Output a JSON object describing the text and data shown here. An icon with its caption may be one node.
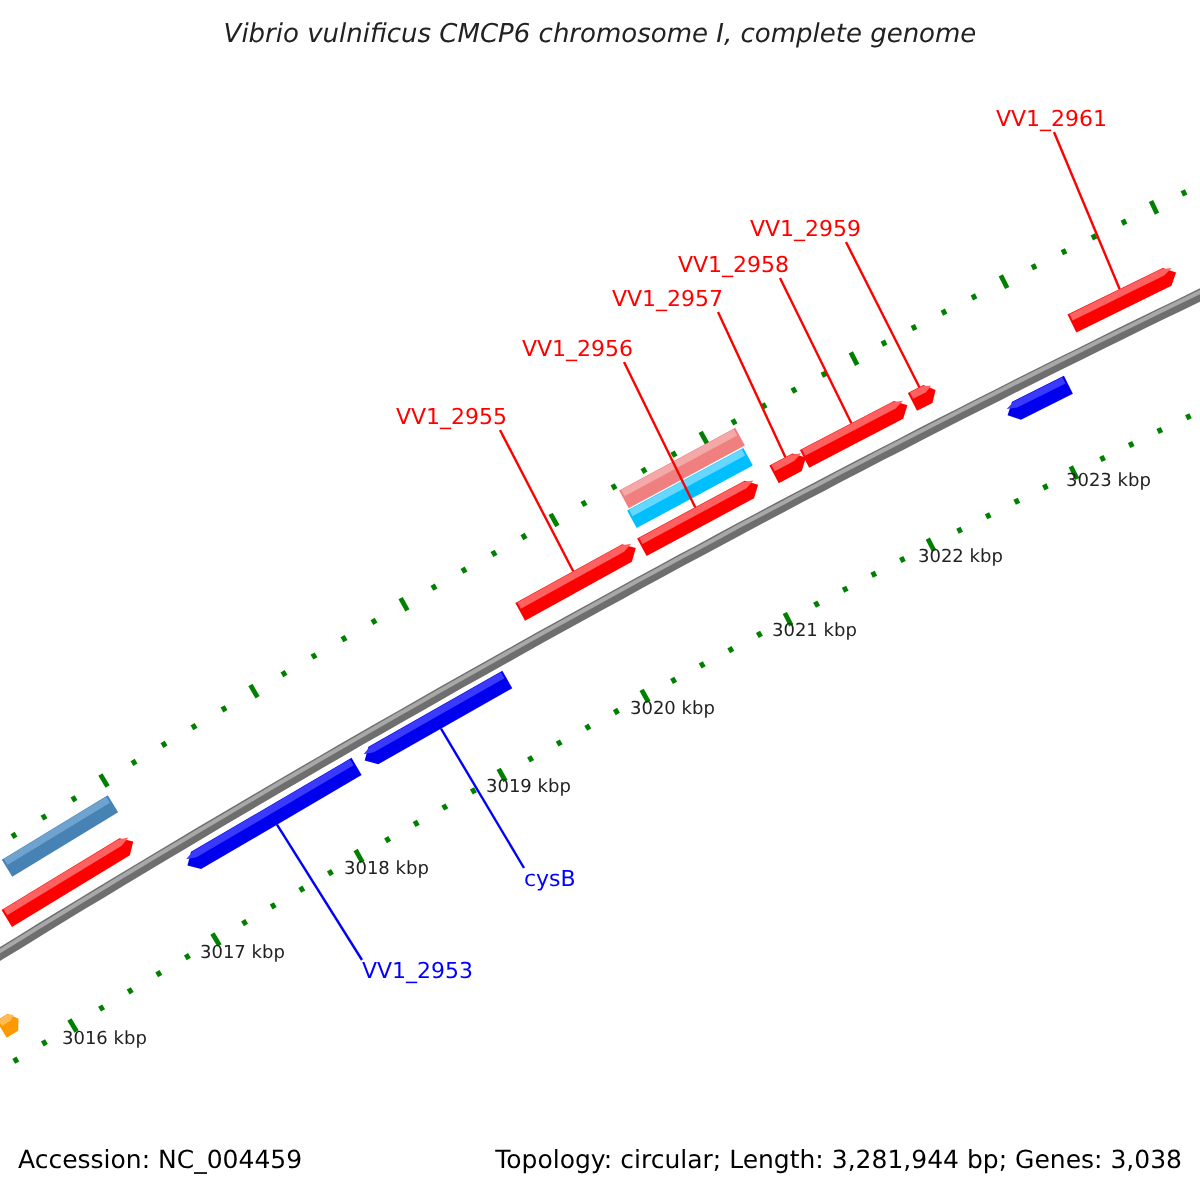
{
  "diagram": {
    "title": "Vibrio vulnificus CMCP6 chromosome I, complete genome",
    "nodes": [
      {
        "text": [
          "VV1_2961"
        ]
      },
      {
        "text": [
          "VV1_2959"
        ]
      },
      {
        "text": [
          "VV1_2958"
        ]
      },
      {
        "text": [
          "VV1_2957"
        ]
      },
      {
        "text": [
          "VV1_2956"
        ]
      },
      {
        "text": [
          "VV1_2955"
        ]
      },
      {
        "text": [
          "cysB"
        ]
      },
      {
        "text": [
          "VV1_2953"
        ]
      },
      {
        "text": [],
        "shape": "bar"
      },
      {
        "text": [],
        "shape": "bar"
      },
      {
        "text": [],
        "shape": "bar"
      },
      {
        "text": [],
        "shape": "bar"
      },
      {
        "text": [],
        "shape": "bar"
      },
      {
        "text": [],
        "shape": "bar"
      },
      {
        "text": [],
        "shape": "bar"
      },
      {
        "text": [],
        "shape": "bar"
      },
      {
        "text": [],
        "shape": "bar"
      },
      {
        "text": [],
        "shape": "bar"
      },
      {
        "text": [],
        "shape": "bar"
      },
      {
        "text": [],
        "shape": "bar"
      },
      {
        "text": [],
        "shape": "bar"
      },
      {
        "text": [],
        "shape": "bar"
      }
    ],
    "edges": [
      {
        "from": 0,
        "to": 21,
        "arrow": "none"
      },
      {
        "from": 1,
        "to": 19,
        "arrow": "none"
      },
      {
        "from": 2,
        "to": 18,
        "arrow": "none"
      },
      {
        "from": 3,
        "to": 17,
        "arrow": "none"
      },
      {
        "from": 4,
        "to": 16,
        "arrow": "none"
      },
      {
        "from": 5,
        "to": 13,
        "arrow": "none"
      },
      {
        "from": 6,
        "to": 12,
        "arrow": "none",
        "color": "#0000ff"
      },
      {
        "from": 7,
        "to": 11,
        "arrow": "none",
        "color": "#0000ff"
      }
    ],
    "labels": [
      "3023 kbp",
      "3022 kbp",
      "3021 kbp",
      "3020 kbp",
      "3019 kbp",
      "3018 kbp",
      "3017 kbp",
      "3016 kbp",
      "Accession: NC_004459",
      "Topology: circular; Length: 3,281,944 bp; Genes: 3,038"
    ]
  }
}
